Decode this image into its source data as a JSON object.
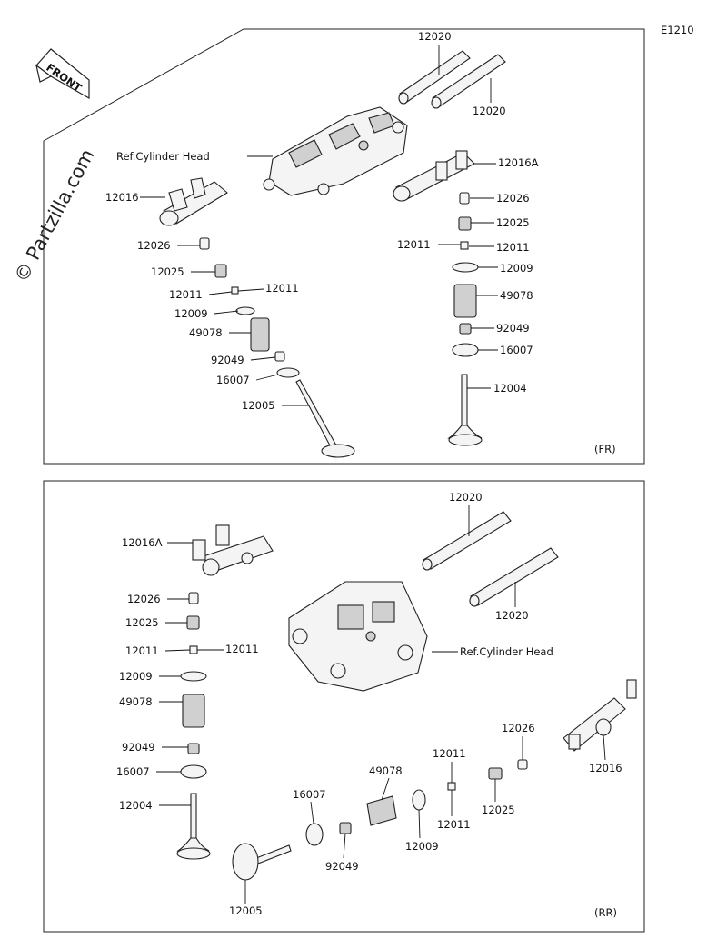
{
  "header": {
    "diagram_code": "E1210"
  },
  "badges": {
    "front": "FRONT"
  },
  "watermark": "© Partzilla.com",
  "panels": {
    "front": {
      "tag": "(FR)"
    },
    "rear": {
      "tag": "(RR)"
    }
  },
  "labels": {
    "fr_12020_top": "12020",
    "fr_12020_right": "12020",
    "fr_refhead": "Ref.Cylinder Head",
    "fr_12016": "12016",
    "fr_l_12026": "12026",
    "fr_l_12025": "12025",
    "fr_l_12011a": "12011",
    "fr_l_12011b": "12011",
    "fr_l_12009": "12009",
    "fr_l_49078": "49078",
    "fr_l_92049": "92049",
    "fr_l_16007": "16007",
    "fr_l_12005": "12005",
    "fr_r_12016a": "12016A",
    "fr_r_12026": "12026",
    "fr_r_12025": "12025",
    "fr_r_12011a": "12011",
    "fr_r_12011b": "12011",
    "fr_r_12009": "12009",
    "fr_r_49078": "49078",
    "fr_r_92049": "92049",
    "fr_r_16007": "16007",
    "fr_r_12004": "12004",
    "rr_12020_top": "12020",
    "rr_12020_right": "12020",
    "rr_refhead": "Ref.Cylinder Head",
    "rr_l_12016a": "12016A",
    "rr_l_12026": "12026",
    "rr_l_12025": "12025",
    "rr_l_12011a": "12011",
    "rr_l_12011b": "12011",
    "rr_l_12009": "12009",
    "rr_l_49078": "49078",
    "rr_l_92049": "92049",
    "rr_l_16007": "16007",
    "rr_l_12004": "12004",
    "rr_b_12026": "12026",
    "rr_b_12016": "12016",
    "rr_b_12011a": "12011",
    "rr_b_12011b": "12011",
    "rr_b_12025": "12025",
    "rr_b_49078": "49078",
    "rr_b_12009": "12009",
    "rr_b_16007": "16007",
    "rr_b_92049": "92049",
    "rr_b_12005": "12005"
  }
}
